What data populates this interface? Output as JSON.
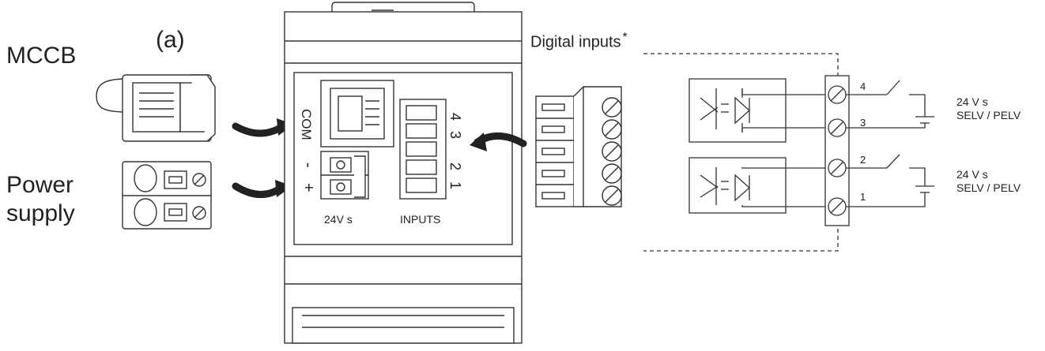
{
  "labels": {
    "mccb": "MCCB",
    "tag_a": "(a)",
    "power_supply_line1": "Power",
    "power_supply_line2": "supply",
    "digital_inputs": "Digital inputs",
    "digital_inputs_mark": "*"
  },
  "device": {
    "com_label": "COM",
    "minus_label": "-",
    "plus_label": "+",
    "supply_label": "24V s",
    "inputs_label": "INPUTS",
    "input_numbers": [
      "4",
      "3",
      "2",
      "1"
    ]
  },
  "schematic": {
    "terminals": [
      "4",
      "3",
      "2",
      "1"
    ],
    "supply_top": {
      "line1": "24 V s",
      "line2": "SELV / PELV"
    },
    "supply_bottom": {
      "line1": "24 V s",
      "line2": "SELV / PELV"
    }
  }
}
